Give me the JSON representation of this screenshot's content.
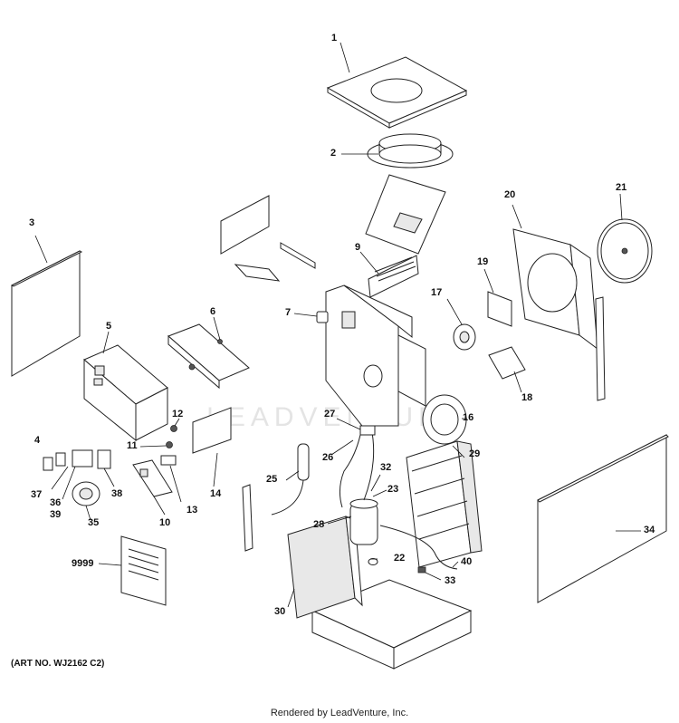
{
  "callouts": {
    "c1": "1",
    "c2": "2",
    "c3": "3",
    "c4": "4",
    "c5": "5",
    "c6": "6",
    "c7": "7",
    "c9": "9",
    "c10": "10",
    "c11": "11",
    "c12": "12",
    "c13": "13",
    "c14": "14",
    "c16": "16",
    "c17": "17",
    "c18": "18",
    "c19": "19",
    "c20": "20",
    "c21": "21",
    "c22": "22",
    "c23": "23",
    "c25": "25",
    "c26": "26",
    "c27": "27",
    "c28": "28",
    "c29": "29",
    "c30": "30",
    "c32": "32",
    "c33": "33",
    "c34": "34",
    "c35": "35",
    "c36": "36",
    "c37": "37",
    "c38": "38",
    "c39": "39",
    "c40": "40",
    "c9999": "9999"
  },
  "art_number": "(ART NO. WJ2162 C2)",
  "footer": "Rendered by LeadVenture, Inc.",
  "watermark": "LEADVENTURE"
}
